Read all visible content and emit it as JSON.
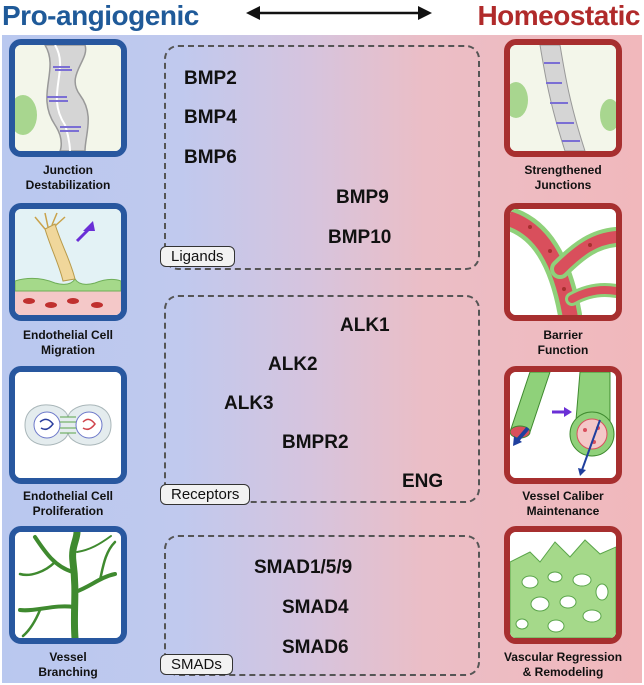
{
  "header": {
    "left_title": "Pro-angiogenic",
    "right_title": "Homeostatic"
  },
  "left_icons": [
    {
      "caption_line1": "Junction",
      "caption_line2": "Destabilization"
    },
    {
      "caption_line1": "Endothelial Cell",
      "caption_line2": "Migration"
    },
    {
      "caption_line1": "Endothelial Cell",
      "caption_line2": "Proliferation"
    },
    {
      "caption_line1": "Vessel",
      "caption_line2": "Branching"
    }
  ],
  "right_icons": [
    {
      "caption_line1": "Strengthened",
      "caption_line2": "Junctions"
    },
    {
      "caption_line1": "Barrier",
      "caption_line2": "Function"
    },
    {
      "caption_line1": "Vessel Caliber",
      "caption_line2": "Maintenance"
    },
    {
      "caption_line1": "Vascular Regression",
      "caption_line2": "& Remodeling"
    }
  ],
  "groups": {
    "ligands": {
      "label": "Ligands",
      "items": [
        "BMP2",
        "BMP4",
        "BMP6",
        "BMP9",
        "BMP10"
      ]
    },
    "receptors": {
      "label": "Receptors",
      "items": [
        "ALK1",
        "ALK2",
        "ALK3",
        "BMPR2",
        "ENG"
      ]
    },
    "smads": {
      "label": "SMADs",
      "items": [
        "SMAD1/5/9",
        "SMAD4",
        "SMAD6"
      ]
    }
  },
  "colors": {
    "pro_angiogenic": "#1f5a99",
    "homeostatic": "#b02a2a",
    "vessel_green": "#8fd17a",
    "vessel_red": "#d94f5c"
  }
}
